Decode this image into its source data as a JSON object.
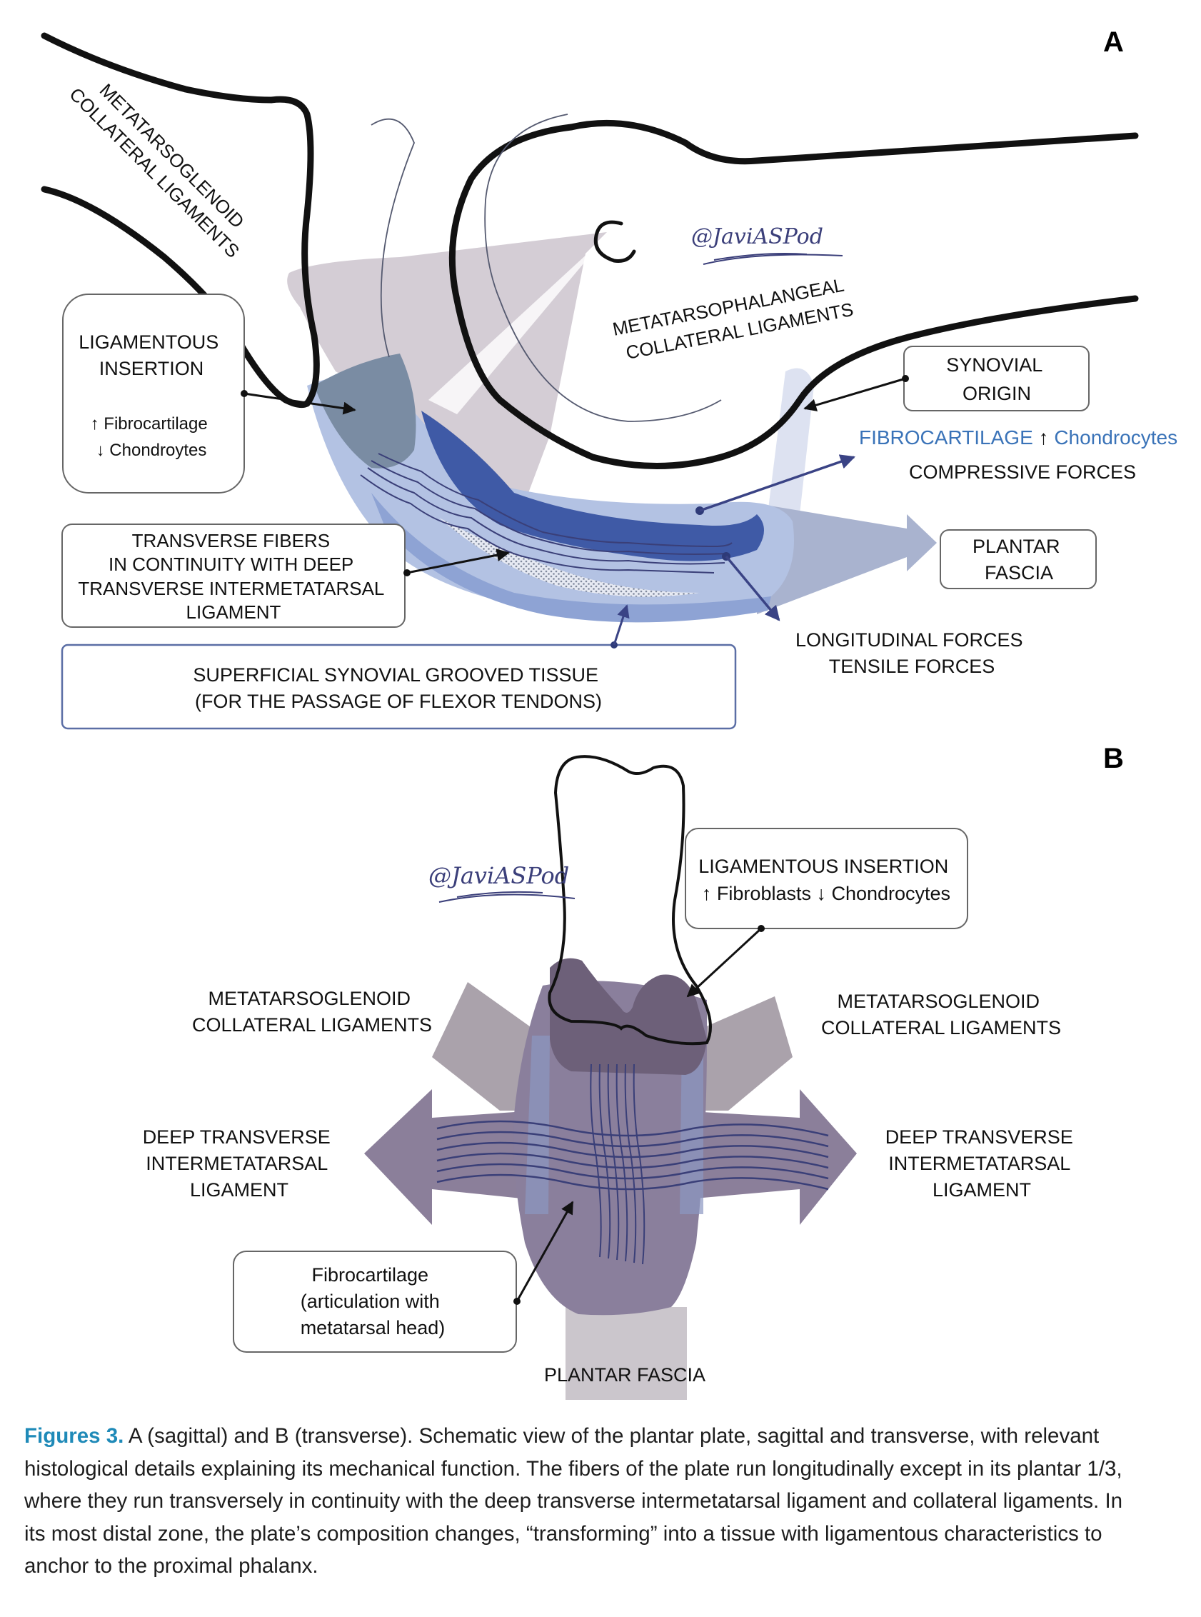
{
  "panel_a": {
    "letter": "A",
    "mg_ligaments": [
      "METATARSOGLENOID",
      "COLLATERAL LIGAMENTS"
    ],
    "signature": "@JaviASPod",
    "mp_ligaments": [
      "METATARSOPHALANGEAL",
      "COLLATERAL LIGAMENTS"
    ],
    "ligamentous_insertion": {
      "title": [
        "LIGAMENTOUS",
        "INSERTION"
      ],
      "details": [
        "↑ Fibrocartilage",
        "↓ Chondroytes"
      ]
    },
    "synovial_origin": [
      "SYNOVIAL",
      "ORIGIN"
    ],
    "fibrocartilage": {
      "part1": "FIBROCARTILAGE",
      "arrow": "↑",
      "part2": "Chondrocytes",
      "color": "#3a73b8"
    },
    "compressive_forces": "COMPRESSIVE FORCES",
    "transverse_fibers": [
      "TRANSVERSE FIBERS",
      "IN CONTINUITY WITH DEEP",
      "TRANSVERSE INTERMETATARSAL",
      "LIGAMENT"
    ],
    "plantar_fascia": [
      "PLANTAR",
      "FASCIA"
    ],
    "forces": [
      "LONGITUDINAL FORCES",
      "TENSILE FORCES"
    ],
    "superficial_tissue": [
      "SUPERFICIAL SYNOVIAL GROOVED TISSUE",
      "(FOR THE PASSAGE  OF  FLEXOR TENDONS)"
    ]
  },
  "panel_b": {
    "letter": "B",
    "signature": "@JaviASPod",
    "ligamentous_insertion": [
      "LIGAMENTOUS INSERTION",
      "↑ Fibroblasts ↓ Chondrocytes"
    ],
    "mg_ligaments_left": [
      "METATARSOGLENOID",
      "COLLATERAL LIGAMENTS"
    ],
    "mg_ligaments_right": [
      "METATARSOGLENOID",
      "COLLATERAL LIGAMENTS"
    ],
    "dtil_left": [
      "DEEP TRANSVERSE",
      "INTERMETATARSAL",
      "LIGAMENT"
    ],
    "dtil_right": [
      "DEEP TRANSVERSE",
      "INTERMETATARSAL",
      "LIGAMENT"
    ],
    "fibrocartilage": [
      "Fibrocartilage",
      "(articulation with",
      "metatarsal head)"
    ],
    "plantar_fascia": "PLANTAR FASCIA"
  },
  "caption": {
    "title": "Figures 3.",
    "text": " A (sagittal) and B (transverse). Schematic view of the plantar plate, sagittal and transverse, with relevant histological details explaining its mechanical function. The fibers of the plate run longitudinally except in its plantar 1/3, where they run transversely in continuity with the deep transverse intermetatarsal ligament and collateral ligaments. In its most distal zone, the plate’s composition changes, “transforming” into a tissue with ligamentous characteristics to anchor to the proximal phalanx.",
    "title_color": "#1f8ab8"
  },
  "colors": {
    "plate_light": "#b3c2e3",
    "plate_mid": "#8ea3d4",
    "plate_dark": "#3f5aa6",
    "insertion_gray": "#7a8ca3",
    "ligament_gray": "#cfc8d0",
    "panel_b_plate": "#8a7f9c",
    "panel_b_head": "#6d6079",
    "panel_b_wings": "#aaa2ab",
    "fiber_line": "#3a3f78"
  }
}
